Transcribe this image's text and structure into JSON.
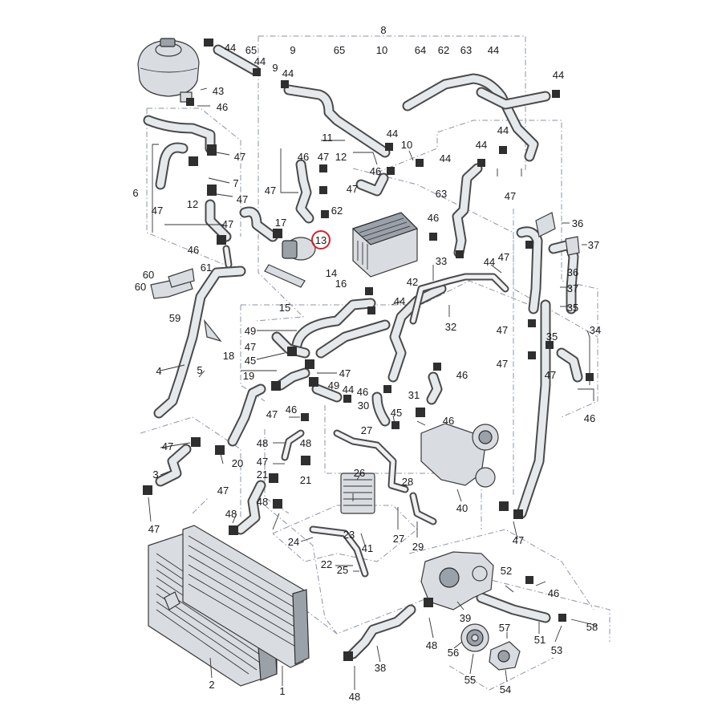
{
  "diagram": {
    "highlighted_callout": "13",
    "highlight_color": "#d3232a",
    "callouts": [
      {
        "id": "c8",
        "text": "8"
      },
      {
        "id": "c44a",
        "text": "44"
      },
      {
        "id": "c65a",
        "text": "65"
      },
      {
        "id": "c44b",
        "text": "44"
      },
      {
        "id": "c9a",
        "text": "9"
      },
      {
        "id": "c9b",
        "text": "9"
      },
      {
        "id": "c65b",
        "text": "65"
      },
      {
        "id": "c10a",
        "text": "10"
      },
      {
        "id": "c64",
        "text": "64"
      },
      {
        "id": "c62a",
        "text": "62"
      },
      {
        "id": "c63a",
        "text": "63"
      },
      {
        "id": "c44c",
        "text": "44"
      },
      {
        "id": "c44d",
        "text": "44"
      },
      {
        "id": "c44e",
        "text": "44"
      },
      {
        "id": "c43",
        "text": "43"
      },
      {
        "id": "c46a",
        "text": "46"
      },
      {
        "id": "c11",
        "text": "11"
      },
      {
        "id": "c44f",
        "text": "44"
      },
      {
        "id": "c10b",
        "text": "10"
      },
      {
        "id": "c44g",
        "text": "44"
      },
      {
        "id": "c44h",
        "text": "44"
      },
      {
        "id": "c44i",
        "text": "44"
      },
      {
        "id": "c47a",
        "text": "47"
      },
      {
        "id": "c46b",
        "text": "46"
      },
      {
        "id": "c47b",
        "text": "47"
      },
      {
        "id": "c12a",
        "text": "12"
      },
      {
        "id": "c46c",
        "text": "46"
      },
      {
        "id": "c7",
        "text": "7"
      },
      {
        "id": "c47c",
        "text": "47"
      },
      {
        "id": "c47d",
        "text": "47"
      },
      {
        "id": "c6",
        "text": "6"
      },
      {
        "id": "c47e",
        "text": "47"
      },
      {
        "id": "c12b",
        "text": "12"
      },
      {
        "id": "c47f",
        "text": "47"
      },
      {
        "id": "c63b",
        "text": "63"
      },
      {
        "id": "c62b",
        "text": "62"
      },
      {
        "id": "c47g",
        "text": "47"
      },
      {
        "id": "c47h",
        "text": "47"
      },
      {
        "id": "c17",
        "text": "17"
      },
      {
        "id": "c46d",
        "text": "46"
      },
      {
        "id": "c36a",
        "text": "36"
      },
      {
        "id": "c46e",
        "text": "46"
      },
      {
        "id": "c13",
        "text": "13"
      },
      {
        "id": "c37a",
        "text": "37"
      },
      {
        "id": "c61",
        "text": "61"
      },
      {
        "id": "c47i",
        "text": "47"
      },
      {
        "id": "c44j",
        "text": "44"
      },
      {
        "id": "c60a",
        "text": "60"
      },
      {
        "id": "c60b",
        "text": "60"
      },
      {
        "id": "c33",
        "text": "33"
      },
      {
        "id": "c36b",
        "text": "36"
      },
      {
        "id": "c14",
        "text": "14"
      },
      {
        "id": "c42",
        "text": "42"
      },
      {
        "id": "c16",
        "text": "16"
      },
      {
        "id": "c37b",
        "text": "37"
      },
      {
        "id": "c59",
        "text": "59"
      },
      {
        "id": "c15",
        "text": "15"
      },
      {
        "id": "c44k",
        "text": "44"
      },
      {
        "id": "c35a",
        "text": "35"
      },
      {
        "id": "c32",
        "text": "32"
      },
      {
        "id": "c49a",
        "text": "49"
      },
      {
        "id": "c47j",
        "text": "47"
      },
      {
        "id": "c34",
        "text": "34"
      },
      {
        "id": "c35b",
        "text": "35"
      },
      {
        "id": "c47k",
        "text": "47"
      },
      {
        "id": "c18",
        "text": "18"
      },
      {
        "id": "c45a",
        "text": "45"
      },
      {
        "id": "c47l",
        "text": "47"
      },
      {
        "id": "c47m",
        "text": "47"
      },
      {
        "id": "c4",
        "text": "4"
      },
      {
        "id": "c5",
        "text": "5"
      },
      {
        "id": "c47n",
        "text": "47"
      },
      {
        "id": "c46f",
        "text": "46"
      },
      {
        "id": "c19",
        "text": "19"
      },
      {
        "id": "c49b",
        "text": "49"
      },
      {
        "id": "c44l",
        "text": "44"
      },
      {
        "id": "c46g",
        "text": "46"
      },
      {
        "id": "c31",
        "text": "31"
      },
      {
        "id": "c46h",
        "text": "46"
      },
      {
        "id": "c30",
        "text": "30"
      },
      {
        "id": "c47o",
        "text": "47"
      },
      {
        "id": "c46i",
        "text": "46"
      },
      {
        "id": "c45b",
        "text": "45"
      },
      {
        "id": "c46j",
        "text": "46"
      },
      {
        "id": "c27a",
        "text": "27"
      },
      {
        "id": "c47p",
        "text": "47"
      },
      {
        "id": "c48a",
        "text": "48"
      },
      {
        "id": "c48b",
        "text": "48"
      },
      {
        "id": "c20",
        "text": "20"
      },
      {
        "id": "c3",
        "text": "3"
      },
      {
        "id": "c47q",
        "text": "47"
      },
      {
        "id": "c21a",
        "text": "21"
      },
      {
        "id": "c21b",
        "text": "21"
      },
      {
        "id": "c26",
        "text": "26"
      },
      {
        "id": "c28",
        "text": "28"
      },
      {
        "id": "c47r",
        "text": "47"
      },
      {
        "id": "c48c",
        "text": "48"
      },
      {
        "id": "c48d",
        "text": "48"
      },
      {
        "id": "c40",
        "text": "40"
      },
      {
        "id": "c23",
        "text": "23"
      },
      {
        "id": "c27b",
        "text": "27"
      },
      {
        "id": "c29",
        "text": "29"
      },
      {
        "id": "c47s",
        "text": "47"
      },
      {
        "id": "c24",
        "text": "24"
      },
      {
        "id": "c41",
        "text": "41"
      },
      {
        "id": "c47t",
        "text": "47"
      },
      {
        "id": "c22",
        "text": "22"
      },
      {
        "id": "c25",
        "text": "25"
      },
      {
        "id": "c52",
        "text": "52"
      },
      {
        "id": "c46k",
        "text": "46"
      },
      {
        "id": "c39",
        "text": "39"
      },
      {
        "id": "c58",
        "text": "58"
      },
      {
        "id": "c57",
        "text": "57"
      },
      {
        "id": "c51",
        "text": "51"
      },
      {
        "id": "c53",
        "text": "53"
      },
      {
        "id": "c48e",
        "text": "48"
      },
      {
        "id": "c56",
        "text": "56"
      },
      {
        "id": "c38",
        "text": "38"
      },
      {
        "id": "c2",
        "text": "2"
      },
      {
        "id": "c55",
        "text": "55"
      },
      {
        "id": "c1",
        "text": "1"
      },
      {
        "id": "c54",
        "text": "54"
      },
      {
        "id": "c48f",
        "text": "48"
      }
    ]
  }
}
